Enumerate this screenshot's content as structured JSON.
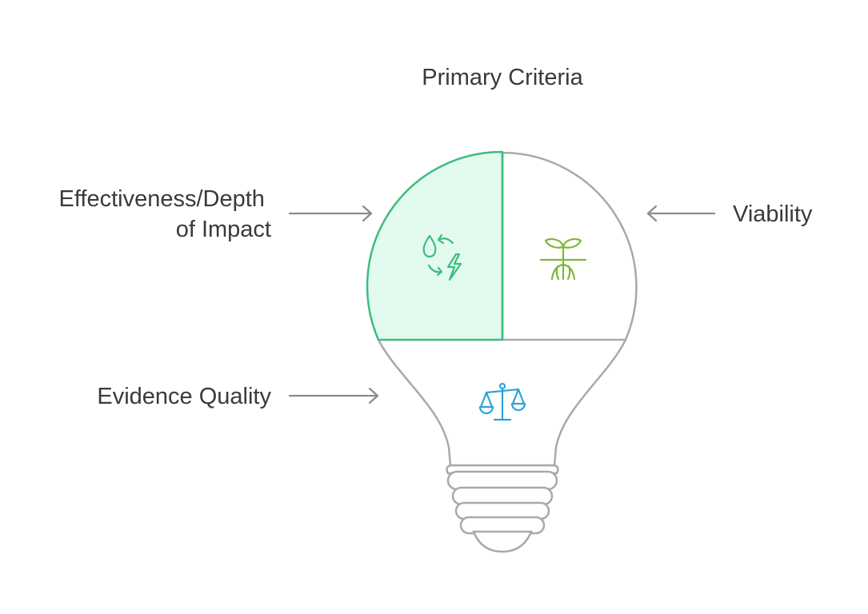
{
  "diagram": {
    "title": "Primary Criteria",
    "segments": [
      {
        "id": "effectiveness",
        "label_lines": [
          "Effectiveness/Depth",
          "of Impact"
        ],
        "icon": "water-energy-cycle-icon",
        "color": "#3dbd7d",
        "fill": "#e2fbee",
        "highlighted": true
      },
      {
        "id": "viability",
        "label_lines": [
          "Viability"
        ],
        "icon": "plant-roots-icon",
        "color": "#7fb63a",
        "fill": "#ffffff",
        "highlighted": false
      },
      {
        "id": "evidence",
        "label_lines": [
          "Evidence Quality"
        ],
        "icon": "balance-scale-icon",
        "color": "#2ea3d6",
        "fill": "#ffffff",
        "highlighted": false
      }
    ],
    "colors": {
      "outline": "#a9a9a9",
      "arrow": "#8c8c8c",
      "text": "#3a3a3a"
    }
  }
}
